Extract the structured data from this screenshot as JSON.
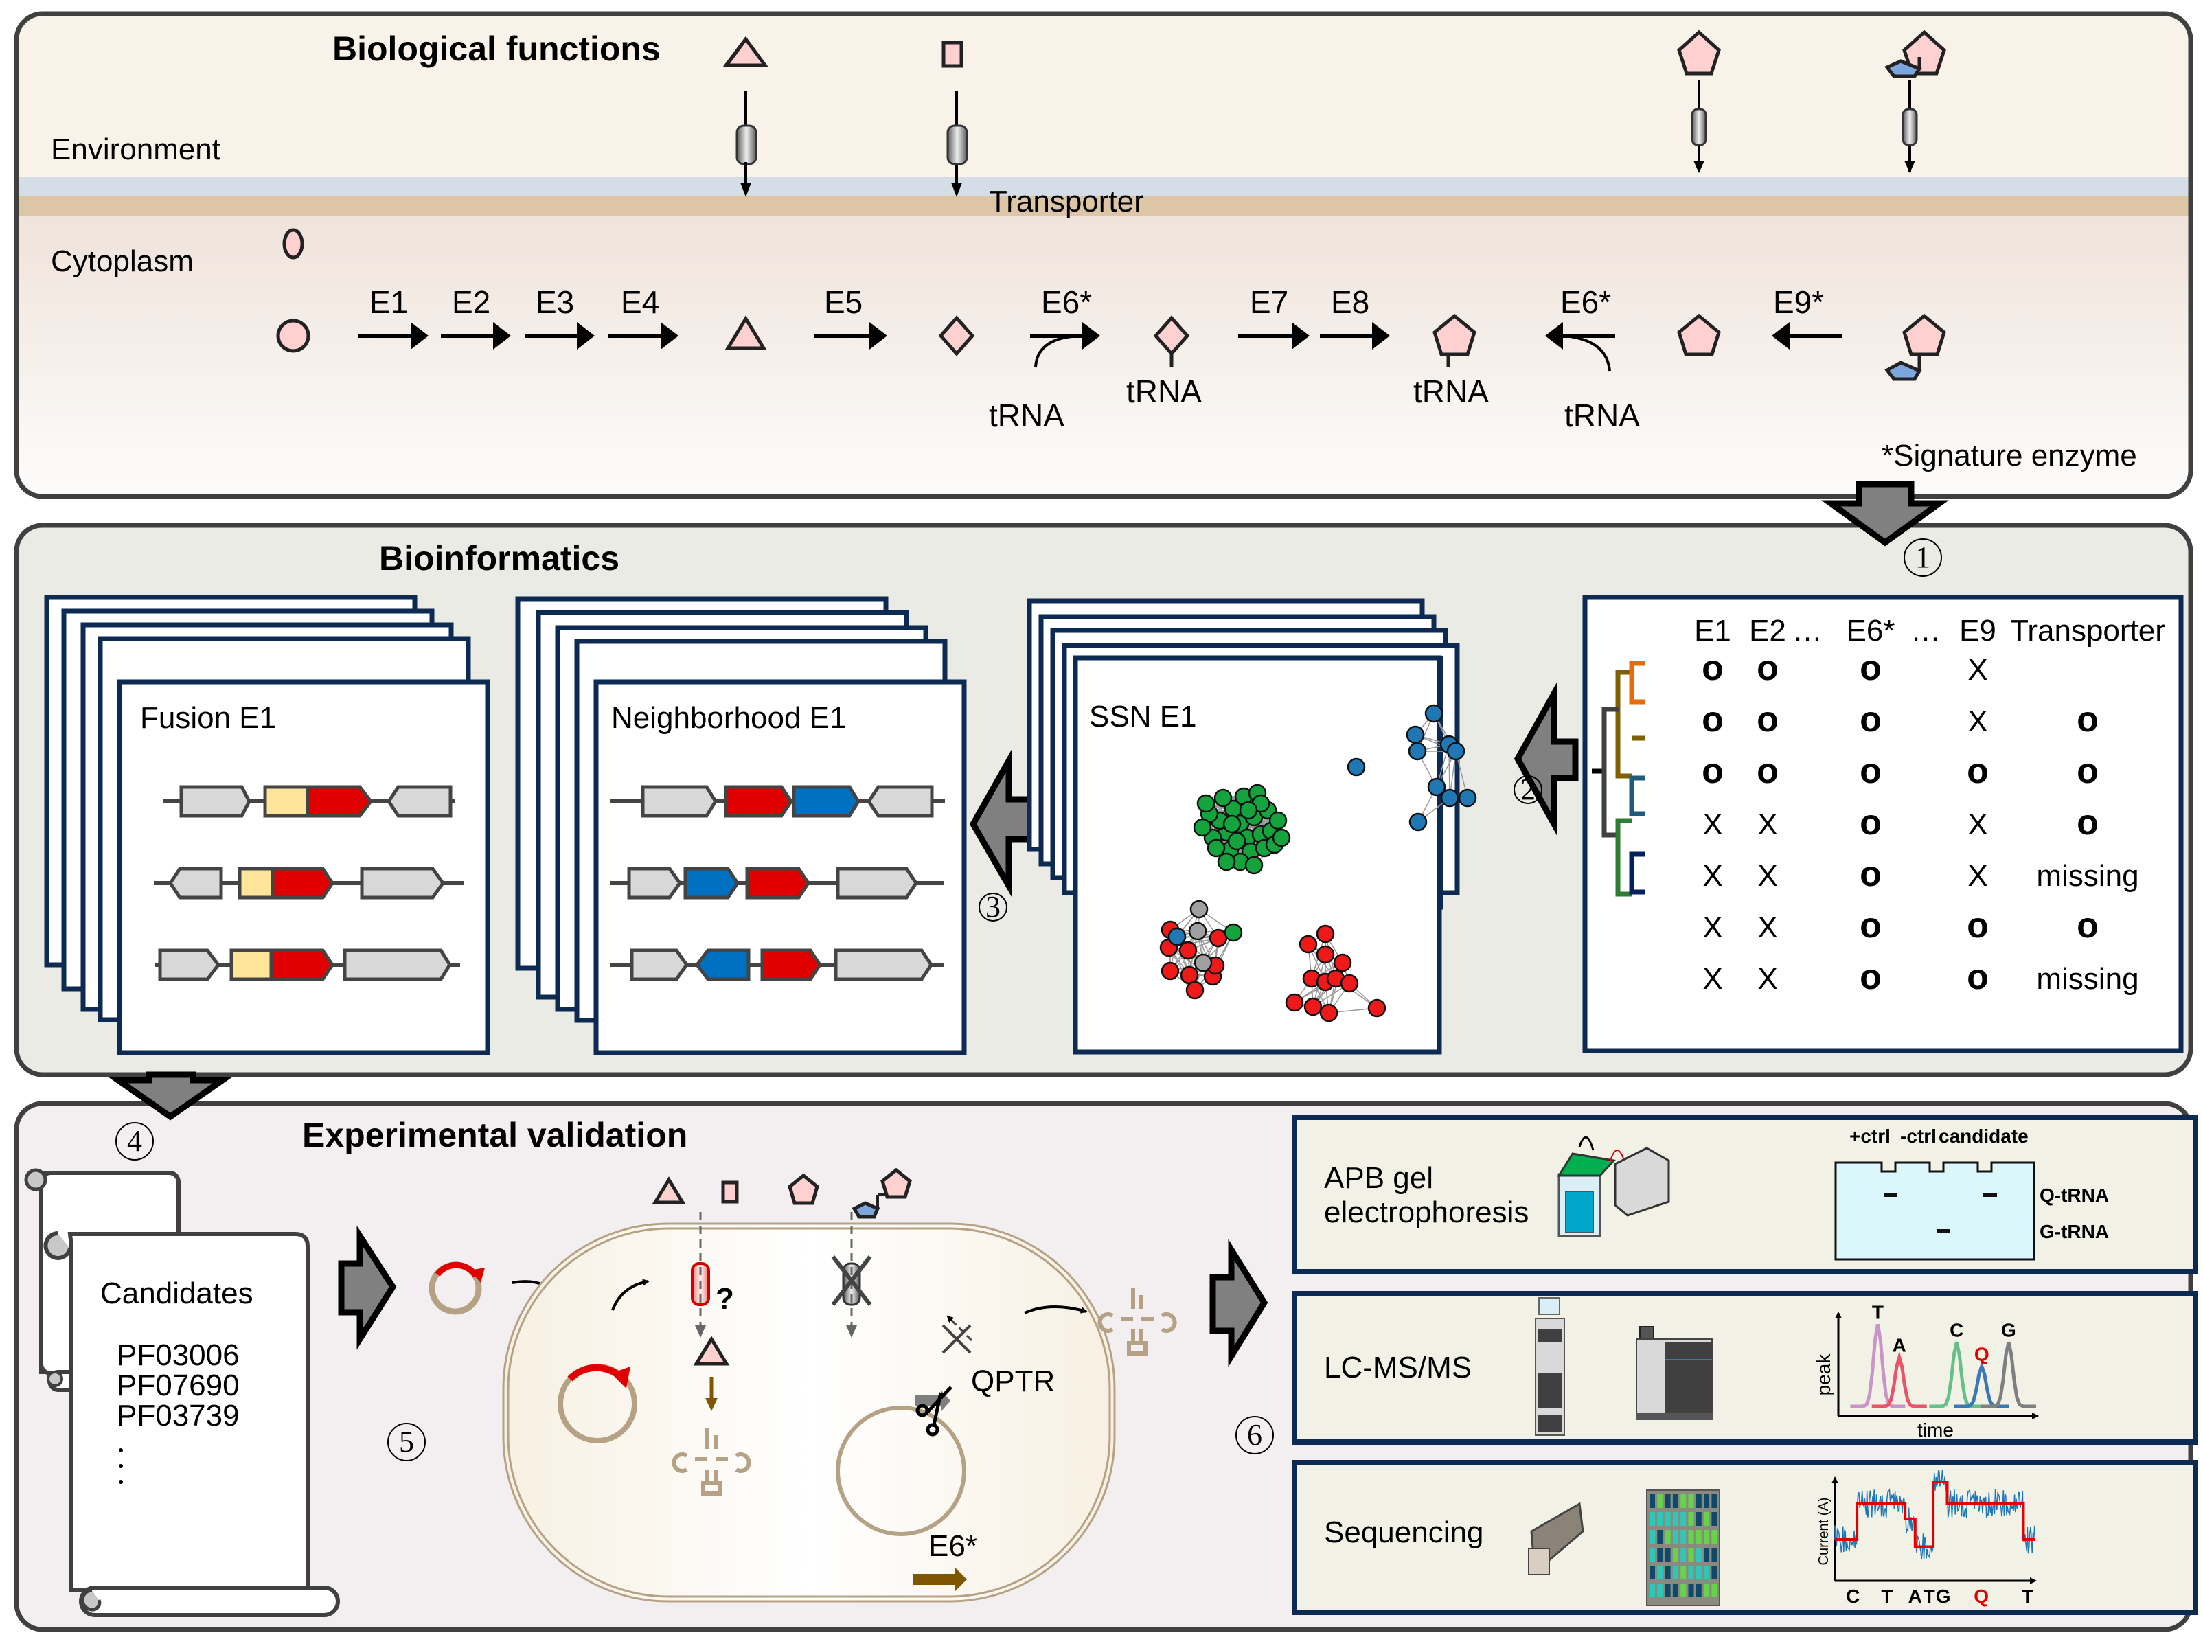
{
  "panels": {
    "biological_functions": {
      "title": "Biological functions",
      "environment_label": "Environment",
      "cytoplasm_label": "Cytoplasm",
      "transporter_label": "Transporter",
      "enzymes": [
        "E1",
        "E2",
        "E3",
        "E4",
        "E5",
        "E6*",
        "E7",
        "E8",
        "E6*",
        "E9*"
      ],
      "trna_labels": [
        "tRNA",
        "tRNA",
        "tRNA",
        "tRNA"
      ],
      "footnote": "*Signature enzyme",
      "colors": {
        "environment": "#f8f2e8",
        "outer_membrane": "#d5dde6",
        "inner_membrane": "#dcc6a6",
        "molecule_pink": "#ffd0d0",
        "molecule_blue": "#7ba7dc"
      }
    },
    "bioinformatics": {
      "title": "Bioinformatics",
      "fusion_card": {
        "title": "Fusion E1"
      },
      "neighborhood_card": {
        "title": "Neighborhood E1"
      },
      "ssn_card": {
        "title": "SSN E1"
      },
      "table": {
        "headers": [
          "E1",
          "E2",
          "…",
          "E6*",
          "…",
          "E9",
          "Transporter"
        ],
        "rows": [
          {
            "E1": "o",
            "E2": "o",
            "E6": "o",
            "E9": "X",
            "Transporter": "",
            "clade_color": "#e46c0a"
          },
          {
            "E1": "o",
            "E2": "o",
            "E6": "o",
            "E9": "X",
            "Transporter": "o",
            "clade_color": "#e46c0a"
          },
          {
            "E1": "o",
            "E2": "o",
            "E6": "o",
            "E9": "o",
            "Transporter": "o",
            "clade_color": "#7f6000"
          },
          {
            "E1": "X",
            "E2": "X",
            "E6": "o",
            "E9": "X",
            "Transporter": "o",
            "clade_color": "#1f4e79"
          },
          {
            "E1": "X",
            "E2": "X",
            "E6": "o",
            "E9": "X",
            "Transporter": "missing",
            "clade_color": "#1f4e79"
          },
          {
            "E1": "X",
            "E2": "X",
            "E6": "o",
            "E9": "o",
            "Transporter": "o",
            "clade_color": "#002060"
          },
          {
            "E1": "X",
            "E2": "X",
            "E6": "o",
            "E9": "o",
            "Transporter": "missing",
            "clade_color": "#002060"
          }
        ]
      }
    },
    "experimental_validation": {
      "title": "Experimental validation",
      "candidates": {
        "title": "Candidates",
        "items": [
          "PF03006",
          "PF07690",
          "PF03739"
        ],
        "ellipsis": [
          "·",
          "·",
          "·"
        ]
      },
      "question_mark": "?",
      "qptr_label": "QPTR",
      "e6_label": "E6*",
      "methods": {
        "apb": {
          "label_line1": "APB gel",
          "label_line2": "electrophoresis",
          "lanes": [
            "+ctrl",
            "-ctrl",
            "candidate"
          ],
          "bands": [
            "Q-tRNA",
            "G-tRNA"
          ]
        },
        "lcms": {
          "label": "LC-MS/MS",
          "y_axis": "peak",
          "x_axis": "time",
          "peaks": [
            {
              "name": "T",
              "color": "#c994c7"
            },
            {
              "name": "A",
              "color": "#e8546a"
            },
            {
              "name": "C",
              "color": "#66c08a"
            },
            {
              "name": "Q",
              "color": "#3c78b4",
              "highlight": true
            },
            {
              "name": "G",
              "color": "#7f7f7f"
            }
          ]
        },
        "sequencing": {
          "label": "Sequencing",
          "y_axis": "Current (A)",
          "bases": [
            "C",
            "T",
            "A",
            "T",
            "G",
            "Q",
            "T"
          ]
        }
      }
    }
  },
  "step_markers": [
    "①",
    "②",
    "③",
    "④",
    "⑤",
    "⑥"
  ]
}
